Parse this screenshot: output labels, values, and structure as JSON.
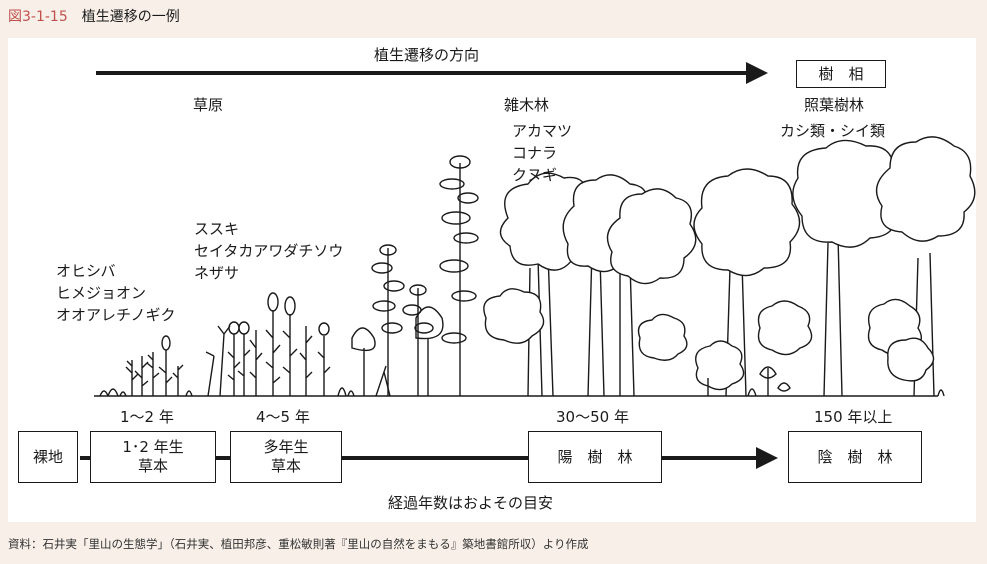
{
  "figure": {
    "number": "図3-1-15",
    "title": "植生遷移の一例"
  },
  "arrow_top": {
    "label": "植生遷移の方向"
  },
  "climax_box": "樹　相",
  "stages": {
    "grassland": "草原",
    "coppice": "雑木林",
    "evergreen": "照葉樹林"
  },
  "species": {
    "herbs_annual": [
      "オヒシバ",
      "ヒメジョオン",
      "オオアレチノギク"
    ],
    "herbs_perennial": [
      "ススキ",
      "セイタカアワダチソウ",
      "ネザサ"
    ],
    "coppice_trees": [
      "アカマツ",
      "コナラ",
      "クヌギ"
    ],
    "evergreen_trees": "カシ類・シイ類"
  },
  "timeline": {
    "years": {
      "annual": "1〜2 年",
      "perennial": "4〜5 年",
      "sun": "30〜50 年",
      "shade": "150 年以上"
    },
    "boxes": {
      "bare": "裸地",
      "annual_line1": "1･2 年生",
      "annual_line2": "草本",
      "perennial_line1": "多年生",
      "perennial_line2": "草本",
      "sun_trees": "陽　樹　林",
      "shade_trees": "陰　樹　林"
    },
    "note": "経過年数はおよその目安"
  },
  "source": "資料：石井実「里山の生態学」（石井実、植田邦彦、重松敏則著『里山の自然をまもる』築地書館所収）より作成",
  "colors": {
    "accent": "#c0504d",
    "line": "#1a1a1a",
    "background": "#f8f0e8"
  }
}
